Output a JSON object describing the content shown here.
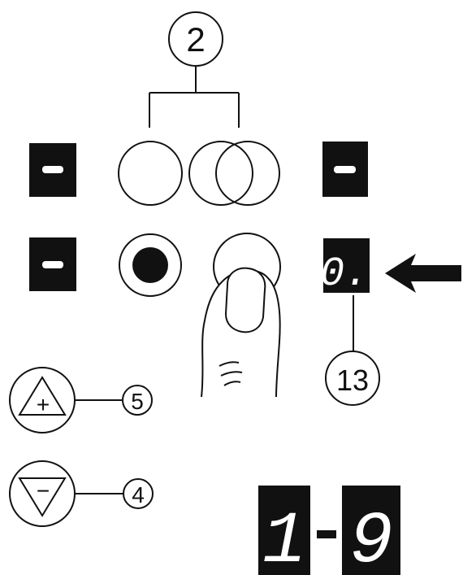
{
  "callouts": {
    "c2": "2",
    "c13": "13",
    "c5": "5",
    "c4": "4"
  },
  "buttons": {
    "plus_symbol": "+",
    "minus_symbol": "−"
  },
  "displays": {
    "left_top": "-",
    "right_top": "-",
    "left_middle": "-",
    "right_middle": "0.",
    "range_start": "1",
    "range_separator": "-",
    "range_end": "9"
  },
  "colors": {
    "ink": "#111111",
    "panel": "#151515",
    "segment": "#ffffff"
  },
  "icons": [
    "finger-pressing-icon",
    "arrow-left-icon",
    "plus-triangle-icon",
    "minus-triangle-icon"
  ]
}
